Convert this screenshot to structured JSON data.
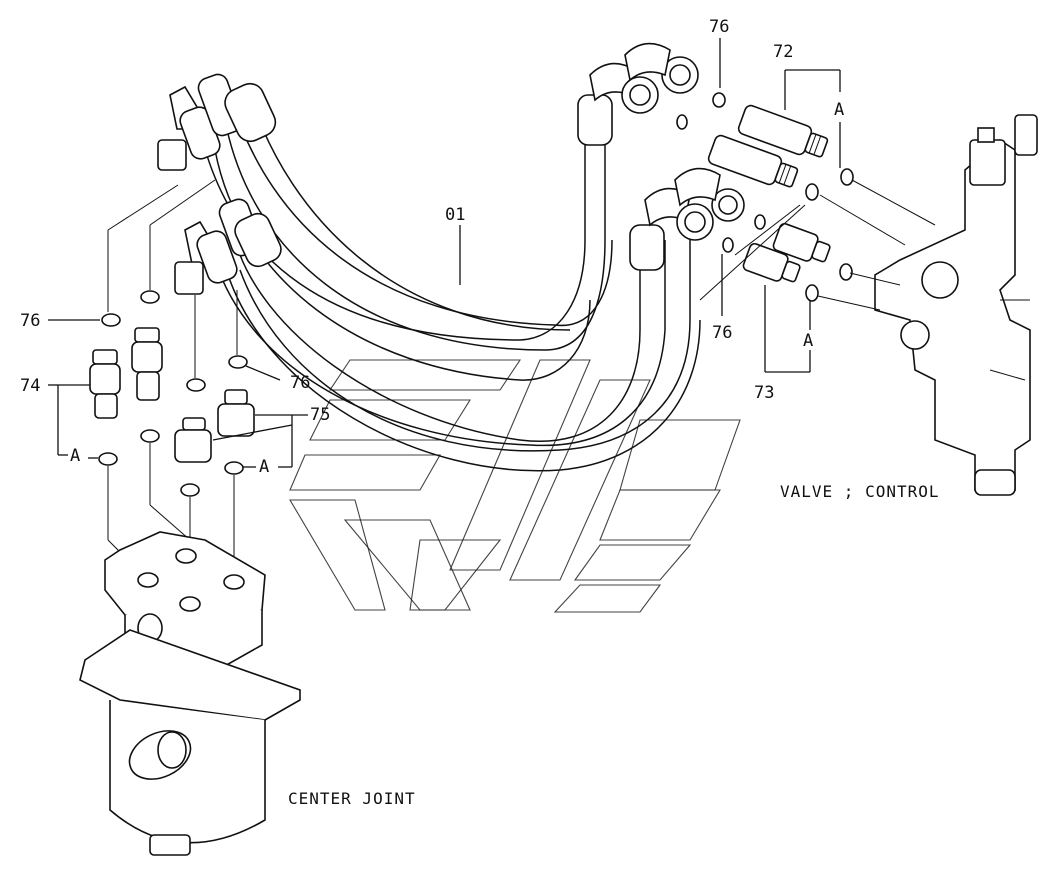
{
  "labels": {
    "p01": "01",
    "p72": "72",
    "p73": "73",
    "p74": "74",
    "p75": "75",
    "p76_top": "76",
    "p76_right": "76",
    "p76_left": "76",
    "p76_mid": "76",
    "a_top_right": "A",
    "a_bottom_right": "A",
    "a_left": "A",
    "a_mid": "A"
  },
  "captions": {
    "valve": "VALVE ; CONTROL",
    "center_joint": "CENTER JOINT"
  }
}
